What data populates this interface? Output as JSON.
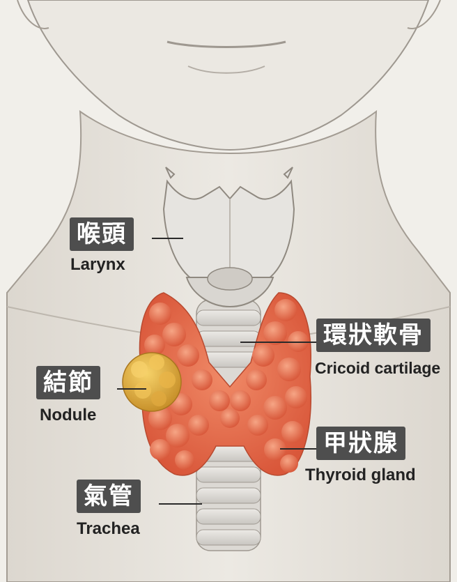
{
  "labels": {
    "larynx": {
      "zh": "喉頭",
      "en": "Larynx"
    },
    "cricoid": {
      "zh": "環狀軟骨",
      "en": "Cricoid cartilage"
    },
    "nodule": {
      "zh": "結節",
      "en": "Nodule"
    },
    "thyroid": {
      "zh": "甲狀腺",
      "en": "Thyroid gland"
    },
    "trachea": {
      "zh": "氣管",
      "en": "Trachea"
    }
  },
  "colors": {
    "background": "#f1efea",
    "skin_shadow": "#d9d4cc",
    "cartilage": "#e2e0dc",
    "thyroid": "#e46a48",
    "nodule": "#e9b845",
    "label_box": "#4e4e4e",
    "label_text": "#ffffff"
  }
}
